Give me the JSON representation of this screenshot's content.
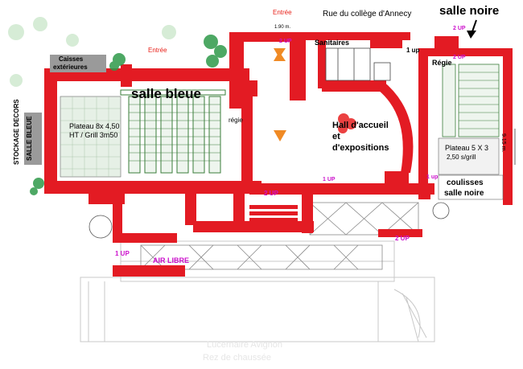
{
  "labels": {
    "entree_top": "Entrée",
    "street": "Rue du collège d'Annecy",
    "salle_noire": "salle noire",
    "entree_left": "Entrée",
    "caisses_1": "Caisses",
    "caisses_2": "extérieures",
    "salle_bleue": "salle bleue",
    "sanitaires": "Sanitaires",
    "regie_left": "régie",
    "regie_right": "Régie",
    "up_2_top": "2 UP",
    "up_2_noire_a": "2 UP",
    "up_2_noire_b": "2 UP",
    "up_1_right": "1 up",
    "plateau_bleue_1": "Plateau 8x 4,50",
    "plateau_bleue_2": "HT / Grill 3m50",
    "hall_1": "Hall d'accueil",
    "hall_2": "et",
    "hall_3": "d'expositions",
    "plateau_noire_1": "Plateau 5 X 3",
    "plateau_noire_2": "2,50 s/grill",
    "dim_noire": "9.15 m.",
    "dim_top": "1.90 m.",
    "up_2_mid": "2 UP",
    "up_1_mid": "1 UP",
    "up_1_coul": "1 up",
    "coulisses_1": "coulisses",
    "coulisses_2": "salle noire",
    "up_2_bottom": "2 UP",
    "air_libre": "AIR LIBRE",
    "up_1_bottom": "1 UP",
    "stockage_1": "STOCKAGE DECORS",
    "stockage_2": "SALLE BLEUE",
    "faded_1": "Lucernaire Avignon",
    "faded_2": "Rez de chaussée"
  },
  "colors": {
    "wall": "#e31b23",
    "seat": "#3a7d3a",
    "tree": "#2e9a4a",
    "label_red": "#e8211a",
    "label_magenta": "#cc11cc",
    "arrow": "#f08a24",
    "hall_mark": "#e82020"
  }
}
